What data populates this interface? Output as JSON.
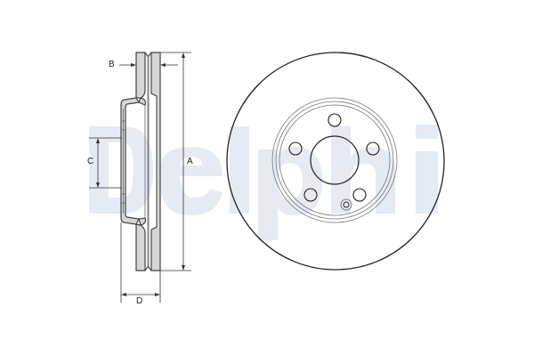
{
  "watermark": {
    "text": "Delphi",
    "color": "#e6ebf3"
  },
  "side_view": {
    "labels": {
      "a": "A",
      "b": "B",
      "c": "C",
      "d": "D"
    },
    "fill_color": "#d6d6d6",
    "line_color": "#444444"
  },
  "front_view": {
    "line_color": "#222222",
    "ring_color": "#777777",
    "bolt_hole_count": 5
  }
}
